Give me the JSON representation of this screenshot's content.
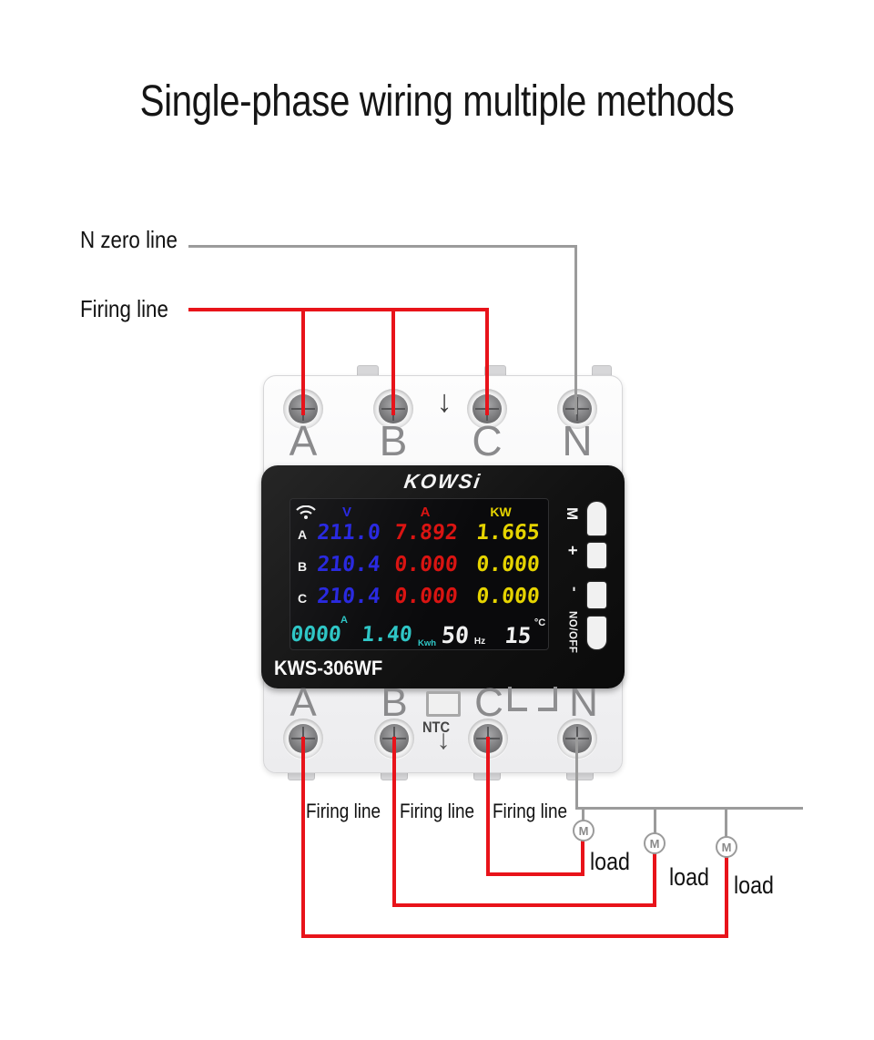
{
  "title": "Single-phase wiring multiple methods",
  "legend": {
    "n_zero_line": "N zero line",
    "firing_line": "Firing line"
  },
  "icons": {
    "down_arrow": "↓",
    "wifi": "wifi-signal"
  },
  "device": {
    "brand": "KOWSi",
    "model": "KWS-306WF",
    "top_terminals": [
      "A",
      "B",
      "C",
      "N"
    ],
    "bottom_terminals": [
      "A",
      "B",
      "C",
      "N"
    ],
    "ntc_label": "NTC",
    "buttons": [
      "M",
      "+",
      "-",
      "NO/OFF"
    ],
    "display": {
      "headers": {
        "voltage": "V",
        "current": "A",
        "power": "KW"
      },
      "rows": [
        {
          "label": "A",
          "voltage": "211.0",
          "current": "7.892",
          "power": "1.665"
        },
        {
          "label": "B",
          "voltage": "210.4",
          "current": "0.000",
          "power": "0.000"
        },
        {
          "label": "C",
          "voltage": "210.4",
          "current": "0.000",
          "power": "0.000"
        }
      ],
      "footer": {
        "amp_header": "A",
        "energy": "0000",
        "current_total": "1.40",
        "energy_unit": "Kwh",
        "frequency": "50",
        "frequency_unit": "Hz",
        "temperature": "15",
        "temperature_unit": "°C"
      }
    }
  },
  "wiring": {
    "firing_line_labels": [
      "Firing line",
      "Firing line",
      "Firing line"
    ],
    "load_labels": [
      "load",
      "load",
      "load"
    ],
    "motor_label": "M"
  },
  "colors": {
    "firing_line": "#e8131a",
    "neutral_line": "#9b9b9b",
    "display_blue": "#2a2ae0",
    "display_red": "#da1412",
    "display_yellow": "#e6d400",
    "display_cyan": "#2fc6c6"
  }
}
